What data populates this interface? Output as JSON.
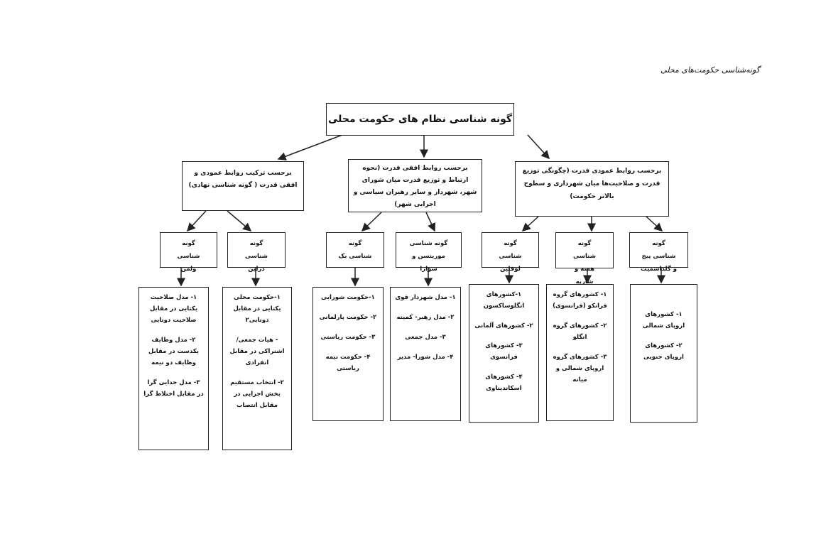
{
  "caption": "گونه‌شناسی حکومت‌های محلی",
  "root": "گونه شناسی نظام های حکومت محلی",
  "categories": [
    "برحسب ترکیب روابط عمودی و افقی قدرت ( گونه شناسی نهادی)",
    "برحسب روابط افقی قدرت (نحوه ارتباط و توزیع قدرت میان شورای شهر، شهردار و سایر رهبران سیاسی و اجرایی شهر)",
    "برحسب روابط عمودی قدرت (چگونگی توزیع قدرت و صلاحیت‌ها میان شهرداری و سطوح بالاتر حکومت)"
  ],
  "typologies": [
    {
      "name": "گونه شناسی ولمن",
      "items": [
        "۱- مدل صلاحیت یکتایی در مقابل صلاحیت دوتایی",
        "۲- مدل وظایف یکدست در مقابل وظایف دو نیمه",
        "۳- مدل جدایی گرا در مقابل اختلاط گرا"
      ]
    },
    {
      "name": "گونه شناسی درلین",
      "items": [
        "۱-حکومت محلی یکتایی در مقابل دوتایی۲",
        "- هیات جمعی/اشتراکی در مقابل انفرادی",
        "۲- انتخاب مستقیم بخش اجرایی در مقابل انتصاب"
      ]
    },
    {
      "name": "گونه شناسی بک",
      "items": [
        "۱-حکومت شورایی",
        "۲- حکومت پارلمانی",
        "۳- حکومت ریاستی",
        "۴- حکومت نیمه ریاستی"
      ]
    },
    {
      "name": "گونه شناسی موریتسن و سوارا",
      "items": [
        "۱- مدل شهردار قوی",
        "۲- مدل رهبر- کمیته",
        "۳- مدل جمعی",
        "۴- مدل شورا- مدیر"
      ]
    },
    {
      "name": "گونه شناسی لوفلین",
      "items": [
        "۱-کشورهای انگلوساکسون",
        "۲- کشورهای آلمانی",
        "۳- کشورهای فرانسوی",
        "۴- کشورهای اسکاندیناوی"
      ]
    },
    {
      "name": "گونه شناسی هسه و شارپه",
      "items": [
        "۱- کشورهای گروه فرانکو (فرانسوی)",
        "۲- کشورهای گروه انگلو",
        "۳- کشورهای گروه اروپای شمالی و میانه"
      ]
    },
    {
      "name": "گونه شناسی پیج و گلداسمیت",
      "items": [
        "۱- کشورهای اروپای شمالی",
        "۲- کشورهای اروپای جنوبی"
      ]
    }
  ]
}
